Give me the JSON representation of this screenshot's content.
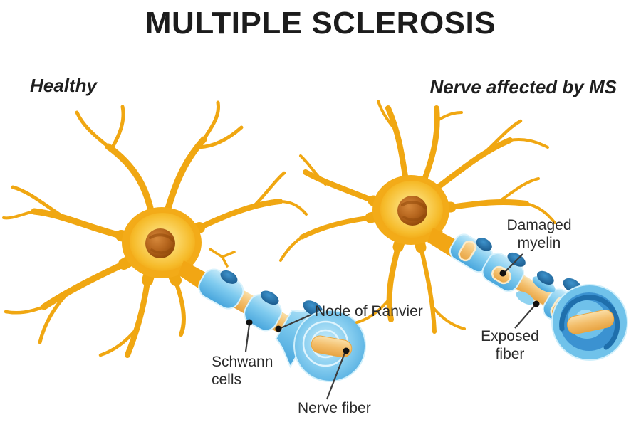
{
  "title": "MULTIPLE SCLEROSIS",
  "panels": {
    "healthy": {
      "label": "Healthy"
    },
    "ms": {
      "label_line1": "Nerve affected",
      "label_line2": "by MS"
    }
  },
  "annotations": {
    "node_of_ranvier": "Node of Ranvier",
    "schwann_line1": "Schwann",
    "schwann_line2": "cells",
    "nerve_fiber": "Nerve fiber",
    "damaged_line1": "Damaged",
    "damaged_line2": "myelin",
    "exposed_line1": "Exposed",
    "exposed_line2": "fiber"
  },
  "colors": {
    "background": "#ffffff",
    "title_text": "#1c1c1c",
    "label_text": "#2b2b2b",
    "neuron_gold": "#f2a917",
    "neuron_gold_light": "#fad35f",
    "nucleus_brown": "#b5651d",
    "myelin_blue": "#7fcbef",
    "myelin_blue_dark": "#47a5dc",
    "schwann_nucleus_blue": "#1a5a8c",
    "fiber_orange": "#f3be6b",
    "pointer_line": "#3c3c3c"
  }
}
